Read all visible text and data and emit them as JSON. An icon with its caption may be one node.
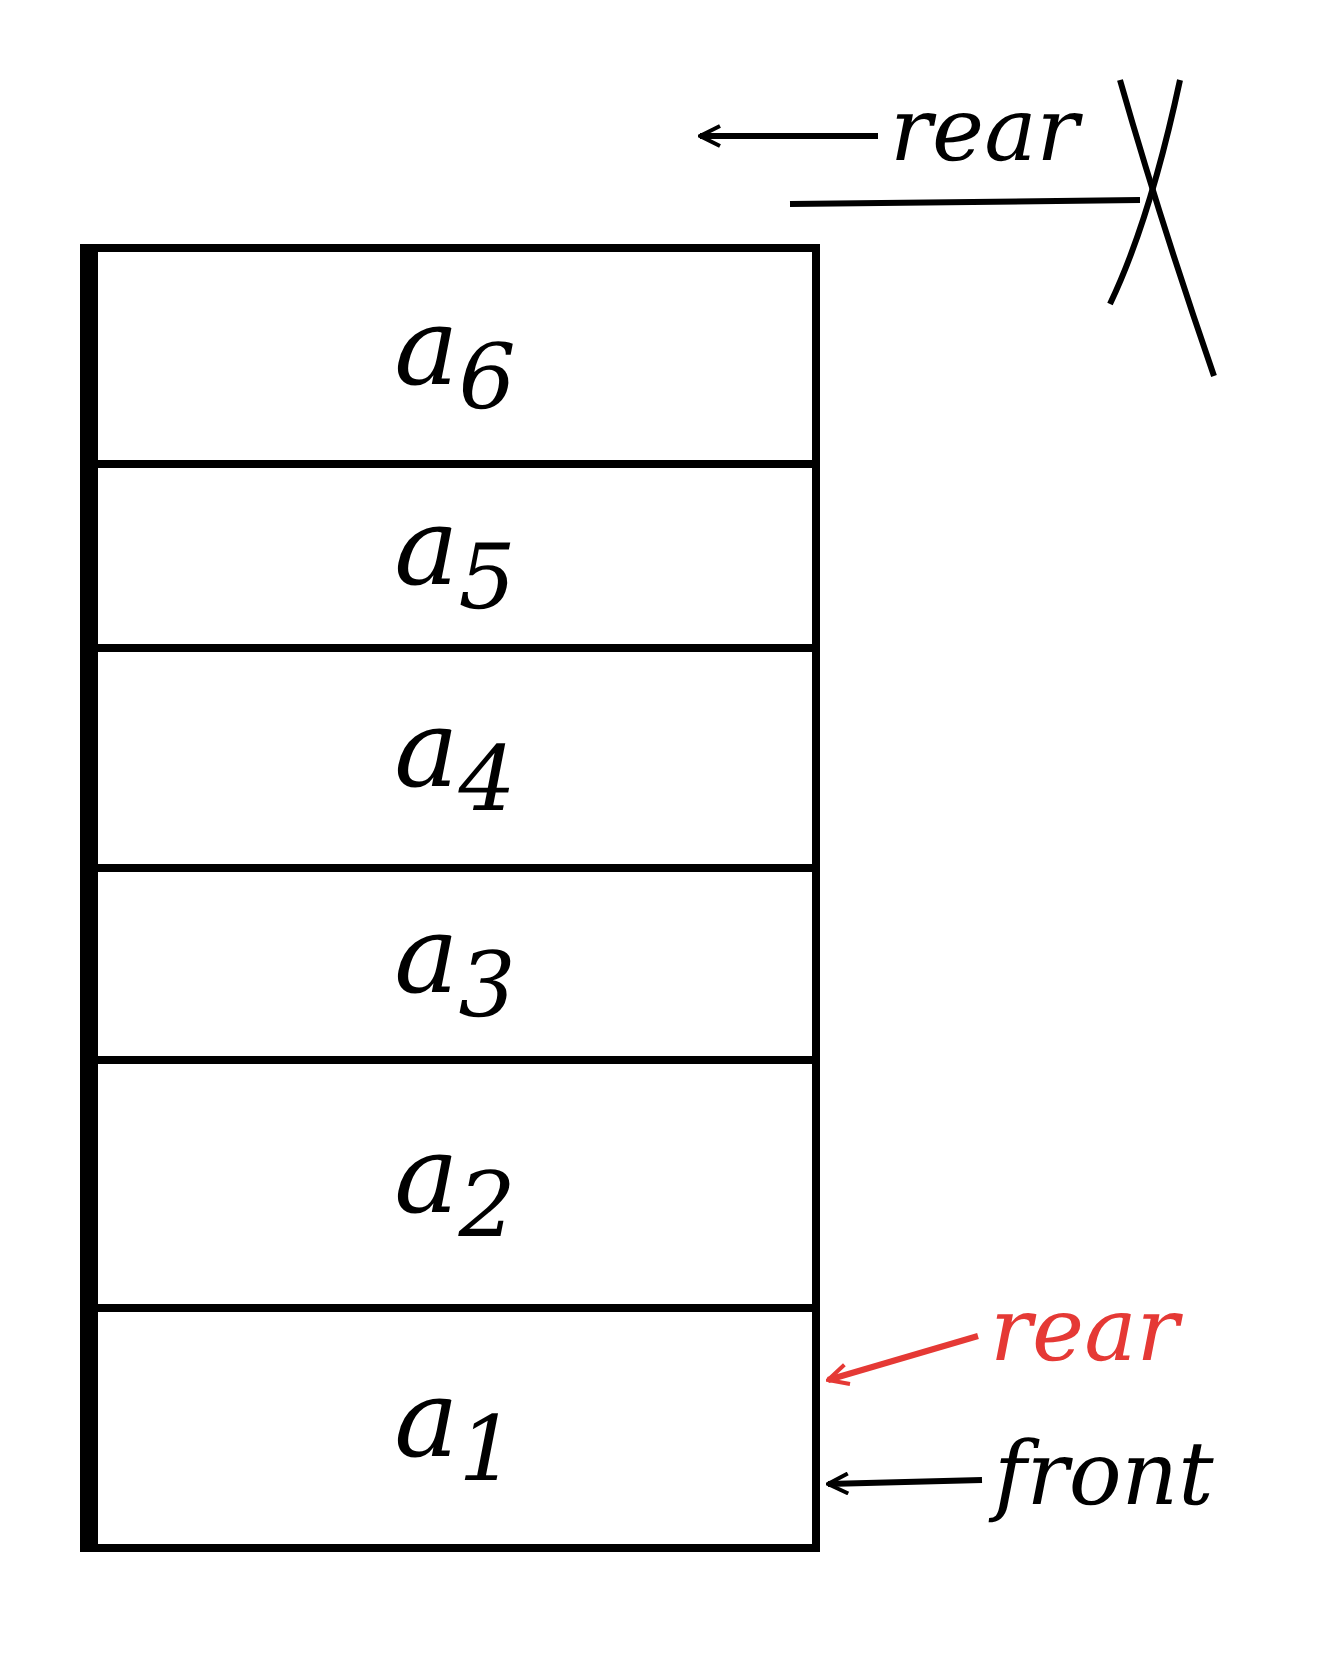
{
  "diagram": {
    "nodes": [
      {
        "text": [
          "a$_{6}$"
        ]
      },
      {
        "text": [
          "a$_{5}$"
        ]
      },
      {
        "text": [
          "a$_{4}$"
        ]
      },
      {
        "text": [
          "a$_{3}$"
        ]
      },
      {
        "text": [
          "a$_{2}$"
        ]
      },
      {
        "text": [
          "a$_{1}$"
        ]
      },
      {
        "text": [
          "rear"
        ]
      },
      {
        "text": [
          "rear"
        ]
      },
      {
        "text": [
          "front"
        ]
      }
    ],
    "edges": [
      {
        "from": 6,
        "to": null,
        "arrow": "to"
      },
      {
        "from": 7,
        "to": 5,
        "arrow": "to",
        "color": "#e53935"
      },
      {
        "from": 8,
        "to": 5,
        "arrow": "to"
      }
    ]
  }
}
